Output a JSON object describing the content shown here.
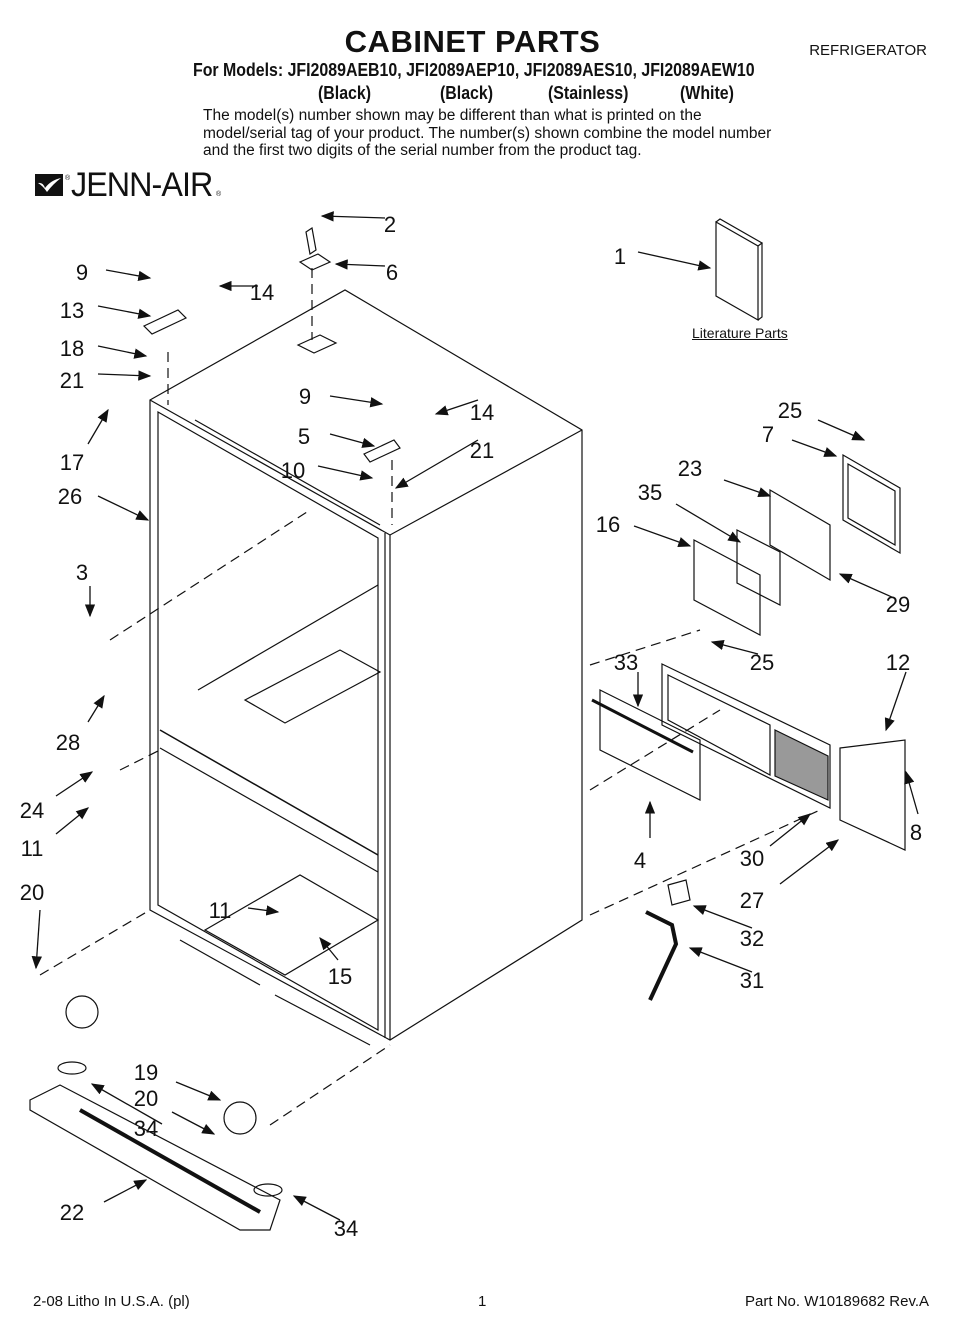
{
  "header": {
    "title": "CABINET PARTS",
    "category": "REFRIGERATOR",
    "models_label": "For Models: JFI2089AEB10, JFI2089AEP10, JFI2089AES10, JFI2089AEW10",
    "model_colors": [
      "(Black)",
      "(Black)",
      "(Stainless)",
      "(White)"
    ],
    "note": "The model(s) number shown may be different than what is printed on the model/serial tag of your product. The number(s) shown combine the model number and the first two digits of the serial number from the product tag."
  },
  "brand": {
    "name": "JENN-AIR",
    "icon": "jenn-air-logo-mark"
  },
  "diagram": {
    "literature_label": "Literature Parts",
    "callouts": [
      {
        "id": "1",
        "part": "literature"
      },
      {
        "id": "2",
        "part": "center-hinge-pin"
      },
      {
        "id": "6",
        "part": "hinge-plate-center"
      },
      {
        "id": "9",
        "part": "screw-left-hinge"
      },
      {
        "id": "14",
        "part": "screw-left-hinge-2"
      },
      {
        "id": "13",
        "part": "hinge-cover-left"
      },
      {
        "id": "18",
        "part": "hinge-left"
      },
      {
        "id": "21",
        "part": "shim-left"
      },
      {
        "id": "17",
        "part": "clip"
      },
      {
        "id": "26",
        "part": "cabinet"
      },
      {
        "id": "9",
        "part": "screw-right-hinge"
      },
      {
        "id": "5",
        "part": "hinge-cover-right"
      },
      {
        "id": "14",
        "part": "screw-right-hinge-2"
      },
      {
        "id": "10",
        "part": "hinge-right"
      },
      {
        "id": "21",
        "part": "shim-right"
      },
      {
        "id": "3",
        "part": "bracket"
      },
      {
        "id": "28",
        "part": "screw-bracket"
      },
      {
        "id": "24",
        "part": "stop"
      },
      {
        "id": "11",
        "part": "screw-stop"
      },
      {
        "id": "20",
        "part": "screw-roller-left"
      },
      {
        "id": "11",
        "part": "screw-inner"
      },
      {
        "id": "15",
        "part": "clip-inner"
      },
      {
        "id": "19",
        "part": "roller"
      },
      {
        "id": "20",
        "part": "screw-roller-right"
      },
      {
        "id": "34",
        "part": "leveler-left"
      },
      {
        "id": "22",
        "part": "toe-grille"
      },
      {
        "id": "34",
        "part": "leveler-right"
      },
      {
        "id": "25",
        "part": "screw-control-cover"
      },
      {
        "id": "7",
        "part": "cover-frame"
      },
      {
        "id": "23",
        "part": "cover-plate"
      },
      {
        "id": "35",
        "part": "insulation"
      },
      {
        "id": "16",
        "part": "control-box"
      },
      {
        "id": "29",
        "part": "gasket"
      },
      {
        "id": "25",
        "part": "screw-machine-panel"
      },
      {
        "id": "33",
        "part": "panel-insulation"
      },
      {
        "id": "12",
        "part": "screws-access"
      },
      {
        "id": "30",
        "part": "machine-compartment-cover"
      },
      {
        "id": "4",
        "part": "seal-strip"
      },
      {
        "id": "8",
        "part": "clamp"
      },
      {
        "id": "27",
        "part": "access-cover"
      },
      {
        "id": "32",
        "part": "valve"
      },
      {
        "id": "31",
        "part": "tube"
      }
    ]
  },
  "footer": {
    "left": "2-08 Litho In U.S.A. (pl)",
    "page": "1",
    "right": "Part No. W10189682 Rev.A"
  }
}
